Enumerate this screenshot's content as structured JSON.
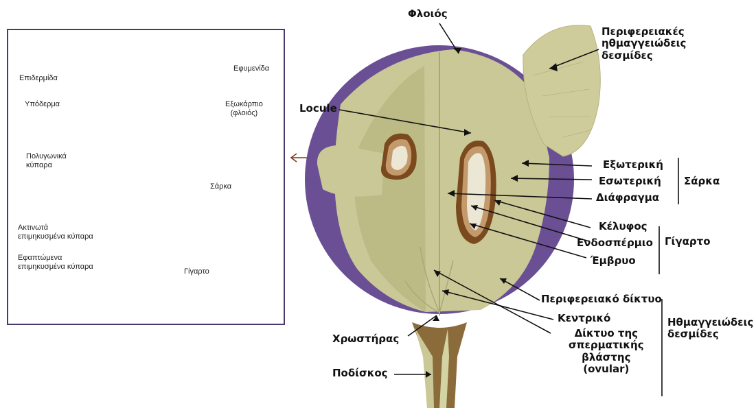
{
  "inset": {
    "labels": {
      "epidermis": "Επιδερμίδα",
      "hypodermis": "Υπόδερμα",
      "polygonal": "Πολυγωνικά\nκύπαρα",
      "radial": "Ακτινωτά\nεπιμηκυσμένα κύπαρα",
      "tangential": "Εφαπτώμενα\nεπιμηκυσμένα κύπαρα",
      "cuticle": "Εφυμενίδα",
      "exocarp": "Εξωκάρπιο\n(φλοιός)",
      "flesh": "Σάρκα",
      "seed": "Γίγαρτο"
    }
  },
  "berry": {
    "labels": {
      "skin": "Φλοιός",
      "peripheral_bundles_top": "Περιφερειακές\nηθμαγγειώδεις\nδεσμίδες",
      "locule": "Locule",
      "outer": "Εξωτερική",
      "inner": "Εσωτερική",
      "septum": "Διάφραγμα",
      "flesh_group": "Σάρκα",
      "seed_coat": "Κέλυφος",
      "endosperm": "Ενδοσπέρμιο",
      "embryo": "Έμβρυο",
      "seed_group": "Γίγαρτο",
      "peripheral_network": "Περιφερειακό δίκτυο",
      "central": "Κεντρικό",
      "ovular": "Δίκτυο της\nσπερματικής\nβλάστης\n(ovular)",
      "vascular_group": "Ηθμαγγειώδεις\nδεσμίδες",
      "brush": "Χρωστήρας",
      "pedicel": "Ποδίσκος"
    }
  },
  "colors": {
    "skin_purple": "#6b4f95",
    "flesh_green": "#c9c896",
    "seed_brown": "#8b5a2b",
    "frame": "#4a3a6b",
    "arrow": "#7a3b1b"
  }
}
